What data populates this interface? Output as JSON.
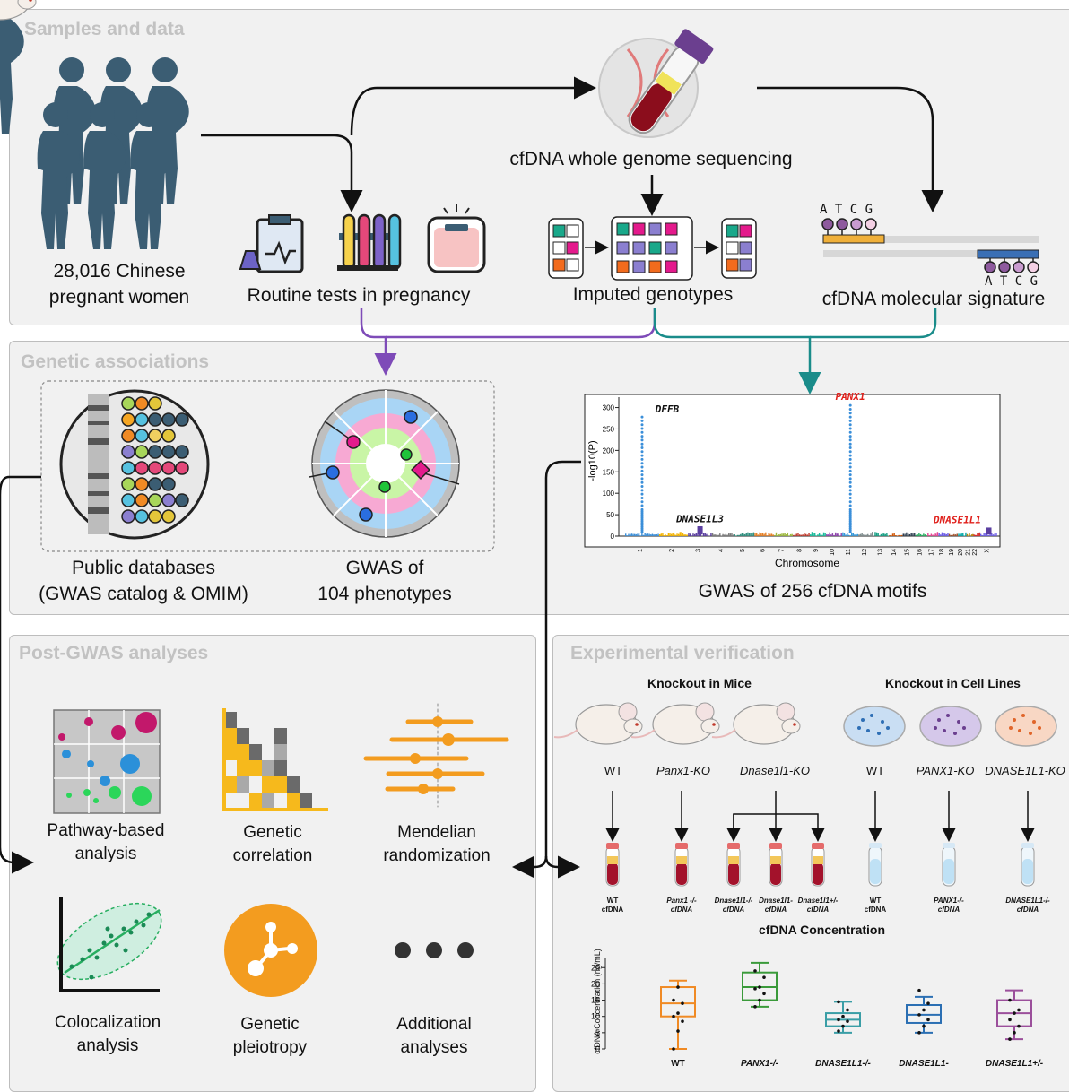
{
  "sections": {
    "samples": "Samples and data",
    "genetic": "Genetic associations",
    "postgwas": "Post-GWAS analyses",
    "experimental": "Experimental verification"
  },
  "samples": {
    "women_label": "28,016 Chinese\npregnant women",
    "routine_label": "Routine tests in pregnancy",
    "wgs_label": "cfDNA whole genome sequencing",
    "imputed_label": "Imputed genotypes",
    "signature_label": "cfDNA molecular signature",
    "motif_top": "A T C G",
    "motif_bottom": "A T C G"
  },
  "genetic": {
    "public_db_label": "Public databases\n(GWAS catalog & OMIM)",
    "gwas104_label": "GWAS of\n104 phenotypes",
    "gwas256_label": "GWAS of 256 cfDNA motifs"
  },
  "manhattan": {
    "ylabel": "-log10(P)",
    "xlabel": "Chromosome",
    "yticks": [
      "0",
      "50",
      "100",
      "150",
      "200",
      "250",
      "300"
    ],
    "ylim": [
      0,
      320
    ],
    "chromosomes": [
      "1",
      "2",
      "3",
      "4",
      "5",
      "6",
      "7",
      "8",
      "9",
      "10",
      "11",
      "12",
      "13",
      "14",
      "15",
      "16",
      "17",
      "18",
      "19",
      "20",
      "21",
      "22",
      "X"
    ],
    "peaks": [
      {
        "gene": "DFFB",
        "chrom": "1",
        "value": 280,
        "color": "#111111"
      },
      {
        "gene": "PANX1",
        "chrom": "11",
        "value": 310,
        "color": "#e0201b"
      },
      {
        "gene": "DNASE1L3",
        "chrom": "3",
        "value": 24,
        "color": "#111111"
      },
      {
        "gene": "DNASE1L1",
        "chrom": "X",
        "value": 22,
        "color": "#e0201b"
      }
    ]
  },
  "postgwas": {
    "pathway": "Pathway-based\nanalysis",
    "genetic_corr": "Genetic\ncorrelation",
    "mendelian": "Mendelian\nrandomization",
    "coloc": "Colocalization\nanalysis",
    "pleiotropy": "Genetic\npleiotropy",
    "additional": "Additional\nanalyses"
  },
  "experimental": {
    "mice_header": "Knockout in Mice",
    "cells_header": "Knockout in Cell Lines",
    "groups": [
      "WT",
      "Panx1-KO",
      "Dnase1l1-KO",
      "WT",
      "PANX1-KO",
      "DNASE1L1-KO"
    ],
    "tubes": [
      "WT\ncfDNA",
      "Panx1 -/-\ncfDNA",
      "Dnase1l1-/-\ncfDNA",
      "Dnase1l1-\ncfDNA",
      "Dnase1l1+/-\ncfDNA",
      "WT\ncfDNA",
      "PANX1-/-\ncfDNA",
      "DNASE1L1-/-\ncfDNA"
    ]
  },
  "chart_data": {
    "type": "box",
    "title": "cfDNA Concentration",
    "ylabel": "cfDNA Concentration (ng/mL)",
    "ylim": [
      0,
      27
    ],
    "yticks": [
      0,
      5,
      10,
      15,
      20,
      25
    ],
    "categories": [
      "WT",
      "PANX1-/-",
      "DNASE1L1-/-",
      "DNASE1L1-",
      "DNASE1L1+/-"
    ],
    "colors": [
      "#f08a24",
      "#3a9a3a",
      "#3a9ea6",
      "#2b6fb3",
      "#9b4f9b"
    ],
    "boxes": [
      {
        "name": "WT",
        "min": 0,
        "q1": 10,
        "median": 14,
        "q3": 19,
        "max": 21,
        "points": [
          0,
          5.5,
          8.5,
          10,
          11,
          14,
          15,
          19
        ]
      },
      {
        "name": "PANX1-/-",
        "min": 13,
        "q1": 15,
        "median": 19,
        "q3": 23.5,
        "max": 26.5,
        "points": [
          13,
          15,
          17,
          18.5,
          19,
          22,
          24
        ]
      },
      {
        "name": "DNASE1L1-/-",
        "min": 5,
        "q1": 7,
        "median": 9,
        "q3": 11,
        "max": 14.5,
        "points": [
          5.5,
          7,
          8.5,
          9,
          10,
          12,
          14.5
        ]
      },
      {
        "name": "DNASE1L1-",
        "min": 5,
        "q1": 8,
        "median": 10.5,
        "q3": 13.5,
        "max": 16,
        "points": [
          5,
          7,
          9,
          10.5,
          12,
          14,
          18
        ]
      },
      {
        "name": "DNASE1L1+/-",
        "min": 3,
        "q1": 7,
        "median": 11,
        "q3": 15,
        "max": 18,
        "points": [
          3,
          5,
          7,
          9,
          11,
          12,
          15
        ]
      }
    ]
  },
  "colors": {
    "silhouette": "#3b5d73",
    "purple_arrow": "#7e4bb8",
    "teal_arrow": "#1a8c8a",
    "panel_bg": "#f1f1f1",
    "title_gray": "#c2c2c2",
    "orange": "#f39c1f"
  },
  "icons": [
    "pregnant-women-icon",
    "blood-tube-icon",
    "dna-icon",
    "clipboard-lab-icon",
    "test-tubes-icon",
    "scale-icon",
    "genotype-grid-icon",
    "chromosome-dots-icon",
    "circular-gwas-icon",
    "bubble-plot-icon",
    "heatmap-icon",
    "forest-plot-icon",
    "scatter-ellipse-icon",
    "network-icon",
    "dots-icon",
    "mouse-icon",
    "petri-dish-icon"
  ]
}
